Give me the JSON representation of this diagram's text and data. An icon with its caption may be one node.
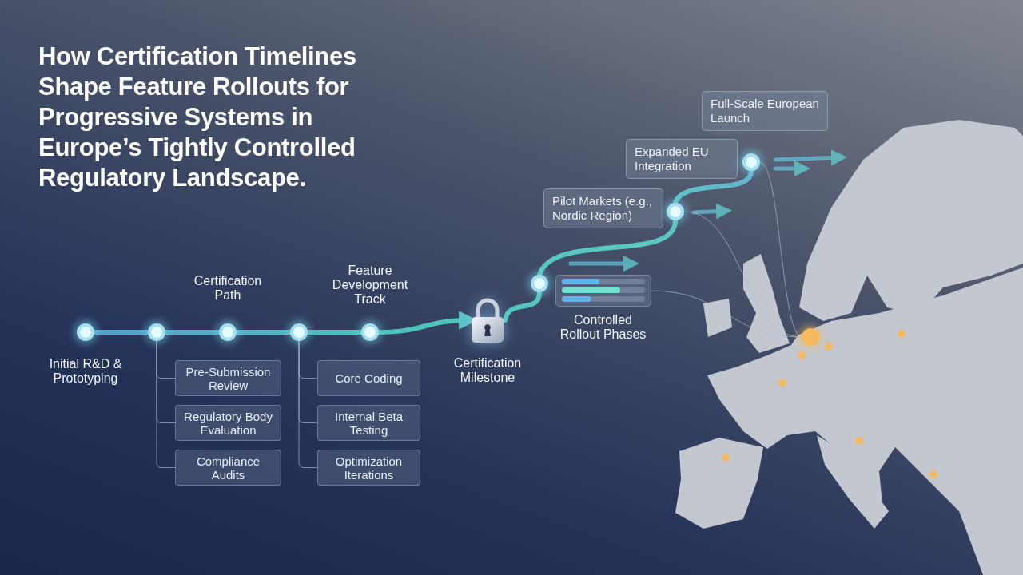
{
  "diagram": {
    "title": "How Certification Timelines Shape Feature Rollouts for Progressive Systems in Europe’s Tightly Controlled Regulatory Landscape.",
    "nodes": [
      {
        "text": [
          "Initial R&D & Prototyping"
        ]
      },
      {
        "text": [],
        "shape": "circle"
      },
      {
        "text": [
          "Certification Path"
        ]
      },
      {
        "text": [],
        "shape": "circle"
      },
      {
        "text": [
          "Feature Development Track"
        ]
      },
      {
        "text": [
          "Certification Milestone"
        ]
      },
      {
        "text": [],
        "shape": "circle"
      },
      {
        "text": [
          "Controlled Rollout Phases"
        ]
      },
      {
        "text": [
          "Pilot Markets (e.g., Nordic Region)"
        ]
      },
      {
        "text": [],
        "shape": "circle"
      },
      {
        "text": [
          "Expanded EU Integration"
        ]
      },
      {
        "text": [],
        "shape": "circle"
      },
      {
        "text": [
          "Full-Scale European Launch"
        ]
      },
      {
        "text": [
          "Pre-Submission Review"
        ]
      },
      {
        "text": [
          "Regulatory Body Evaluation"
        ]
      },
      {
        "text": [
          "Compliance Audits"
        ]
      },
      {
        "text": [
          "Core Coding"
        ]
      },
      {
        "text": [
          "Internal Beta Testing"
        ]
      },
      {
        "text": [
          "Optimization Iterations"
        ]
      },
      {
        "text": [],
        "shape": "circle"
      }
    ],
    "edges": [
      {
        "from": 0,
        "to": 1,
        "arrow": "none",
        "style": "thick"
      },
      {
        "from": 1,
        "to": 2,
        "arrow": "none",
        "style": "thick"
      },
      {
        "from": 2,
        "to": 3,
        "arrow": "none",
        "style": "thick"
      },
      {
        "from": 3,
        "to": 4,
        "arrow": "none",
        "style": "thick"
      },
      {
        "from": 4,
        "to": 5,
        "arrow": "to",
        "style": "thick"
      },
      {
        "from": 5,
        "to": 6,
        "arrow": "none",
        "style": "thick"
      },
      {
        "from": 6,
        "to": 9,
        "arrow": "none",
        "style": "thick"
      },
      {
        "from": 9,
        "to": 11,
        "arrow": "none",
        "style": "thick"
      },
      {
        "from": 1,
        "to": 13,
        "arrow": "none"
      },
      {
        "from": 1,
        "to": 14,
        "arrow": "none"
      },
      {
        "from": 1,
        "to": 15,
        "arrow": "none"
      },
      {
        "from": 3,
        "to": 16,
        "arrow": "none"
      },
      {
        "from": 3,
        "to": 17,
        "arrow": "none"
      },
      {
        "from": 3,
        "to": 18,
        "arrow": "none"
      },
      {
        "from": 7,
        "to": 19,
        "arrow": "none"
      },
      {
        "from": 9,
        "to": 19,
        "arrow": "none"
      },
      {
        "from": 11,
        "to": 19,
        "arrow": "none"
      }
    ]
  }
}
